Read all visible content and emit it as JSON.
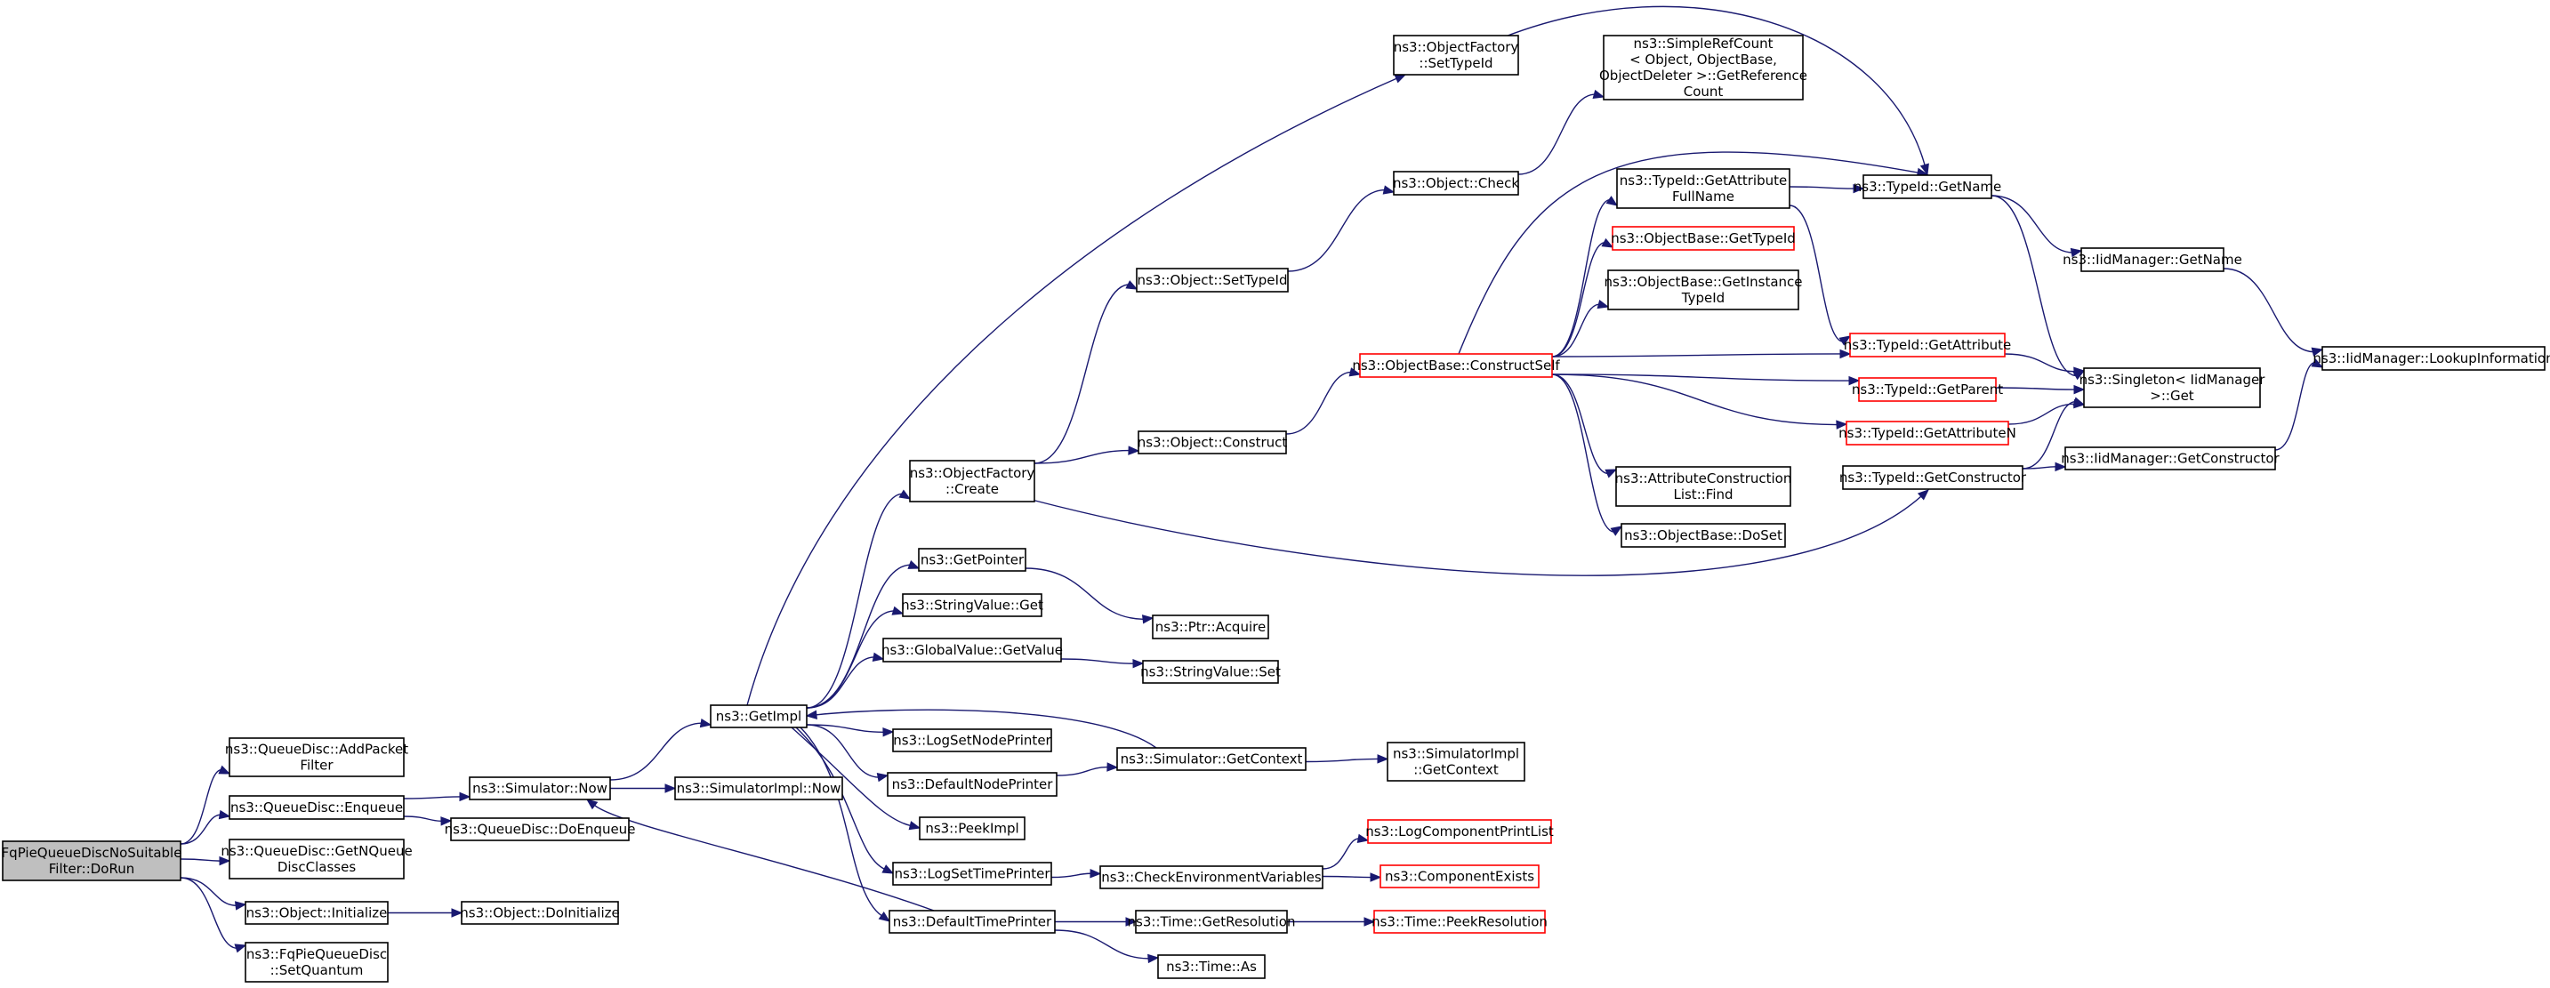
{
  "colors": {
    "node_border": "#000000",
    "node_fill": "#ffffff",
    "root_fill": "#bfbfbf",
    "incomplete_border": "#ff0000",
    "edge": "#191970"
  },
  "nodes": [
    {
      "id": "root",
      "lines": [
        "FqPieQueueDiscNoSuitable",
        "Filter::DoRun"
      ],
      "kind": "root"
    },
    {
      "id": "addpacketfilter",
      "lines": [
        "ns3::QueueDisc::AddPacket",
        "Filter"
      ]
    },
    {
      "id": "enqueue",
      "lines": [
        "ns3::QueueDisc::Enqueue"
      ]
    },
    {
      "id": "getnqueue",
      "lines": [
        "ns3::QueueDisc::GetNQueue",
        "DiscClasses"
      ]
    },
    {
      "id": "initialize",
      "lines": [
        "ns3::Object::Initialize"
      ]
    },
    {
      "id": "setquantum",
      "lines": [
        "ns3::FqPieQueueDisc",
        "::SetQuantum"
      ]
    },
    {
      "id": "simnow",
      "lines": [
        "ns3::Simulator::Now"
      ]
    },
    {
      "id": "doenqueue",
      "lines": [
        "ns3::QueueDisc::DoEnqueue"
      ]
    },
    {
      "id": "doinitialize",
      "lines": [
        "ns3::Object::DoInitialize"
      ]
    },
    {
      "id": "getimpl",
      "lines": [
        "ns3::GetImpl"
      ]
    },
    {
      "id": "simimplnow",
      "lines": [
        "ns3::SimulatorImpl::Now"
      ]
    },
    {
      "id": "ofcreate",
      "lines": [
        "ns3::ObjectFactory",
        "::Create"
      ]
    },
    {
      "id": "getpointer",
      "lines": [
        "ns3::GetPointer"
      ]
    },
    {
      "id": "strvalget",
      "lines": [
        "ns3::StringValue::Get"
      ]
    },
    {
      "id": "gvgetvalue",
      "lines": [
        "ns3::GlobalValue::GetValue"
      ]
    },
    {
      "id": "logsetnode",
      "lines": [
        "ns3::LogSetNodePrinter"
      ]
    },
    {
      "id": "defnode",
      "lines": [
        "ns3::DefaultNodePrinter"
      ]
    },
    {
      "id": "peekimpl",
      "lines": [
        "ns3::PeekImpl"
      ]
    },
    {
      "id": "logsettime",
      "lines": [
        "ns3::LogSetTimePrinter"
      ]
    },
    {
      "id": "deftime",
      "lines": [
        "ns3::DefaultTimePrinter"
      ]
    },
    {
      "id": "ofsettypeid",
      "lines": [
        "ns3::ObjectFactory",
        "::SetTypeId"
      ]
    },
    {
      "id": "objsettypeid",
      "lines": [
        "ns3::Object::SetTypeId"
      ]
    },
    {
      "id": "objcheck",
      "lines": [
        "ns3::Object::Check"
      ]
    },
    {
      "id": "objconstruct",
      "lines": [
        "ns3::Object::Construct"
      ]
    },
    {
      "id": "ptracquire",
      "lines": [
        "ns3::Ptr::Acquire"
      ]
    },
    {
      "id": "strvalset",
      "lines": [
        "ns3::StringValue::Set"
      ]
    },
    {
      "id": "getcontext",
      "lines": [
        "ns3::Simulator::GetContext"
      ]
    },
    {
      "id": "checkenv",
      "lines": [
        "ns3::CheckEnvironmentVariables"
      ]
    },
    {
      "id": "timegetres",
      "lines": [
        "ns3::Time::GetResolution"
      ]
    },
    {
      "id": "timeas",
      "lines": [
        "ns3::Time::As"
      ]
    },
    {
      "id": "simplerefcount",
      "lines": [
        "ns3::SimpleRefCount",
        "< Object, ObjectBase,",
        "ObjectDeleter >::GetReference",
        "Count"
      ]
    },
    {
      "id": "getattrfullname",
      "lines": [
        "ns3::TypeId::GetAttribute",
        "FullName"
      ]
    },
    {
      "id": "obgettypeid",
      "lines": [
        "ns3::ObjectBase::GetTypeId"
      ],
      "kind": "incomplete"
    },
    {
      "id": "obgetinstance",
      "lines": [
        "ns3::ObjectBase::GetInstance",
        "TypeId"
      ]
    },
    {
      "id": "constructself",
      "lines": [
        "ns3::ObjectBase::ConstructSelf"
      ],
      "kind": "incomplete"
    },
    {
      "id": "attrconstfind",
      "lines": [
        "ns3::AttributeConstruction",
        "List::Find"
      ]
    },
    {
      "id": "obdoset",
      "lines": [
        "ns3::ObjectBase::DoSet"
      ]
    },
    {
      "id": "simimplgetcontext",
      "lines": [
        "ns3::SimulatorImpl",
        "::GetContext"
      ]
    },
    {
      "id": "logcompprintlist",
      "lines": [
        "ns3::LogComponentPrintList"
      ],
      "kind": "incomplete"
    },
    {
      "id": "compexists",
      "lines": [
        "ns3::ComponentExists"
      ],
      "kind": "incomplete"
    },
    {
      "id": "timepeekres",
      "lines": [
        "ns3::Time::PeekResolution"
      ],
      "kind": "incomplete"
    },
    {
      "id": "tidgetname",
      "lines": [
        "ns3::TypeId::GetName"
      ]
    },
    {
      "id": "tidgetattr",
      "lines": [
        "ns3::TypeId::GetAttribute"
      ],
      "kind": "incomplete"
    },
    {
      "id": "tidgetparent",
      "lines": [
        "ns3::TypeId::GetParent"
      ],
      "kind": "incomplete"
    },
    {
      "id": "tidgetattrn",
      "lines": [
        "ns3::TypeId::GetAttributeN"
      ],
      "kind": "incomplete"
    },
    {
      "id": "tidgetconstructor",
      "lines": [
        "ns3::TypeId::GetConstructor"
      ]
    },
    {
      "id": "iidgetname",
      "lines": [
        "ns3::IidManager::GetName"
      ]
    },
    {
      "id": "singletonget",
      "lines": [
        "ns3::Singleton< IidManager",
        ">::Get"
      ]
    },
    {
      "id": "iidgetconstructor",
      "lines": [
        "ns3::IidManager::GetConstructor"
      ]
    },
    {
      "id": "iidlookup",
      "lines": [
        "ns3::IidManager::LookupInformation"
      ]
    }
  ],
  "edges": [
    [
      "root",
      "addpacketfilter"
    ],
    [
      "root",
      "enqueue"
    ],
    [
      "root",
      "getnqueue"
    ],
    [
      "root",
      "initialize"
    ],
    [
      "root",
      "setquantum"
    ],
    [
      "enqueue",
      "simnow"
    ],
    [
      "enqueue",
      "doenqueue"
    ],
    [
      "initialize",
      "doinitialize"
    ],
    [
      "simnow",
      "getimpl"
    ],
    [
      "simnow",
      "simimplnow"
    ],
    [
      "getimpl",
      "ofsettypeid"
    ],
    [
      "getimpl",
      "ofcreate"
    ],
    [
      "getimpl",
      "getpointer"
    ],
    [
      "getimpl",
      "strvalget"
    ],
    [
      "getimpl",
      "gvgetvalue"
    ],
    [
      "getimpl",
      "logsetnode"
    ],
    [
      "getimpl",
      "defnode"
    ],
    [
      "getimpl",
      "peekimpl"
    ],
    [
      "getimpl",
      "logsettime"
    ],
    [
      "getimpl",
      "deftime"
    ],
    [
      "ofcreate",
      "objsettypeid"
    ],
    [
      "ofcreate",
      "objconstruct"
    ],
    [
      "ofcreate",
      "tidgetconstructor"
    ],
    [
      "objsettypeid",
      "objcheck"
    ],
    [
      "objcheck",
      "simplerefcount"
    ],
    [
      "objconstruct",
      "constructself"
    ],
    [
      "getpointer",
      "ptracquire"
    ],
    [
      "gvgetvalue",
      "strvalset"
    ],
    [
      "defnode",
      "getcontext"
    ],
    [
      "getcontext",
      "getimpl"
    ],
    [
      "getcontext",
      "simimplgetcontext"
    ],
    [
      "logsettime",
      "checkenv"
    ],
    [
      "checkenv",
      "logcompprintlist"
    ],
    [
      "checkenv",
      "compexists"
    ],
    [
      "deftime",
      "simnow"
    ],
    [
      "deftime",
      "timegetres"
    ],
    [
      "deftime",
      "timeas"
    ],
    [
      "timegetres",
      "timepeekres"
    ],
    [
      "ofsettypeid",
      "tidgetname"
    ],
    [
      "constructself",
      "tidgetname"
    ],
    [
      "constructself",
      "getattrfullname"
    ],
    [
      "constructself",
      "obgettypeid"
    ],
    [
      "constructself",
      "obgetinstance"
    ],
    [
      "constructself",
      "tidgetattr"
    ],
    [
      "constructself",
      "tidgetparent"
    ],
    [
      "constructself",
      "tidgetattrn"
    ],
    [
      "constructself",
      "attrconstfind"
    ],
    [
      "constructself",
      "obdoset"
    ],
    [
      "getattrfullname",
      "tidgetname"
    ],
    [
      "getattrfullname",
      "tidgetattr"
    ],
    [
      "tidgetname",
      "iidgetname"
    ],
    [
      "tidgetname",
      "singletonget"
    ],
    [
      "tidgetattr",
      "singletonget"
    ],
    [
      "tidgetparent",
      "singletonget"
    ],
    [
      "tidgetattrn",
      "singletonget"
    ],
    [
      "tidgetconstructor",
      "singletonget"
    ],
    [
      "tidgetconstructor",
      "iidgetconstructor"
    ],
    [
      "iidgetname",
      "iidlookup"
    ],
    [
      "iidgetconstructor",
      "iidlookup"
    ]
  ]
}
